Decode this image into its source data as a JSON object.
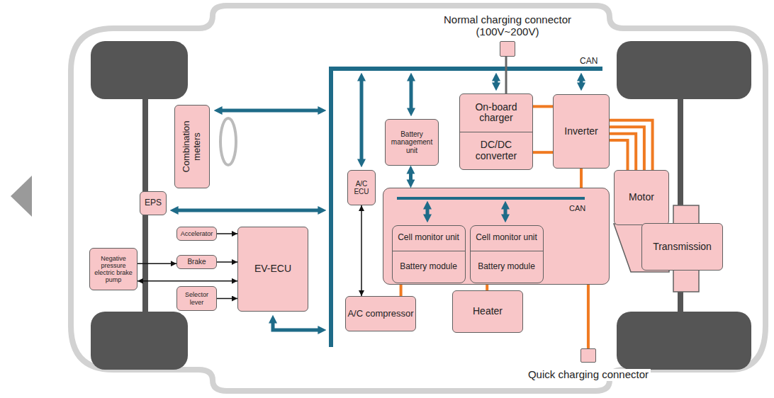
{
  "diagram": {
    "nodes": [
      {
        "text": [
          "Combination meters"
        ]
      },
      {
        "text": [
          "EPS"
        ]
      },
      {
        "text": [
          "Accelerator"
        ]
      },
      {
        "text": [
          "Brake"
        ]
      },
      {
        "text": [
          "Selector lever"
        ]
      },
      {
        "text": [
          "Negative pressure electric brake pump"
        ]
      },
      {
        "text": [
          "EV-ECU"
        ]
      },
      {
        "text": [
          "A/C ECU"
        ]
      },
      {
        "text": [
          "Battery management unit"
        ]
      },
      {
        "text": [
          "On-board charger",
          "DC/DC converter"
        ]
      },
      {
        "text": [
          "Inverter"
        ]
      },
      {
        "text": [
          "Motor"
        ]
      },
      {
        "text": [
          "Transmission"
        ]
      },
      {
        "text": [
          "CAN"
        ]
      },
      {
        "text": [
          "Cell monitor unit",
          "Battery module"
        ],
        "in": 13
      },
      {
        "text": [
          "Cell monitor unit",
          "Battery module"
        ],
        "in": 13
      },
      {
        "text": [
          "A/C compressor"
        ]
      },
      {
        "text": [
          "Heater"
        ]
      },
      {
        "text": [
          "Normal charging connector (100V~200V)"
        ]
      },
      {
        "text": [
          "Quick charging connector"
        ]
      }
    ],
    "edges": [
      {
        "from": 5,
        "to": 3,
        "arrow": "to"
      },
      {
        "from": 5,
        "to": 6,
        "arrow": "both"
      },
      {
        "from": 2,
        "to": 6,
        "arrow": "to"
      },
      {
        "from": 3,
        "to": 6,
        "arrow": "to"
      },
      {
        "from": 4,
        "to": 6,
        "arrow": "to"
      },
      {
        "from": 7,
        "to": 16,
        "arrow": "both"
      },
      {
        "from": 8,
        "to": 13,
        "arrow": "both"
      },
      {
        "from": 18,
        "to": 9,
        "arrow": "none"
      },
      {
        "from": 9,
        "to": 10,
        "arrow": "none"
      },
      {
        "from": 9,
        "to": 10,
        "arrow": "none"
      },
      {
        "from": 10,
        "to": 11,
        "arrow": "none"
      },
      {
        "from": 10,
        "to": 11,
        "arrow": "none"
      },
      {
        "from": 10,
        "to": 11,
        "arrow": "none"
      },
      {
        "from": 10,
        "to": 11,
        "arrow": "none"
      },
      {
        "from": 10,
        "to": 13,
        "arrow": "none"
      },
      {
        "from": 13,
        "to": 16,
        "arrow": "none"
      },
      {
        "from": 13,
        "to": 17,
        "arrow": "none"
      },
      {
        "from": 13,
        "to": 19,
        "arrow": "none"
      }
    ],
    "labels": [
      "CAN"
    ]
  }
}
